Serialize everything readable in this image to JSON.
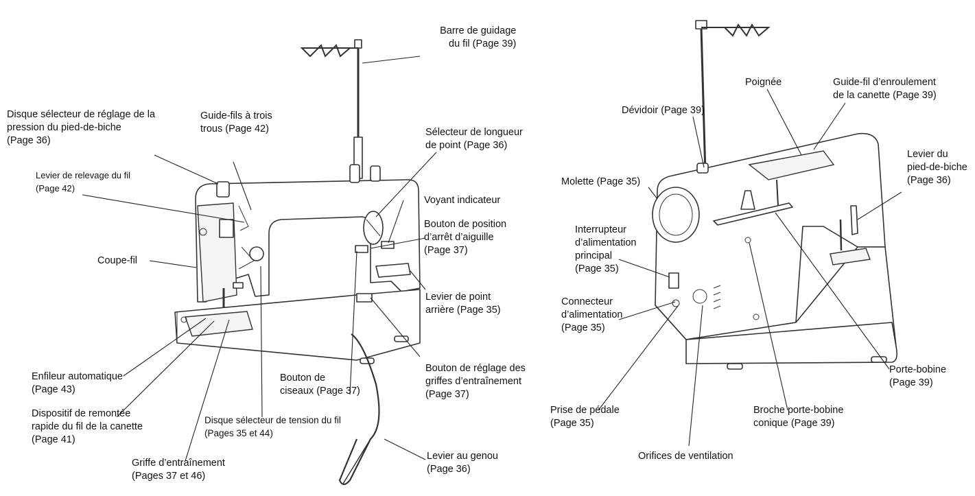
{
  "labels": {
    "barre_guidage": [
      "Barre de guidage",
      "du fil (Page 39)"
    ],
    "disque_pression": [
      "Disque sélecteur de réglage de la",
      "pression du pied-de-biche",
      "(Page 36)"
    ],
    "guide_fils_trois": [
      "Guide-fils à trois",
      "trous (Page 42)"
    ],
    "selecteur_longueur": [
      "Sélecteur de longueur",
      "de point (Page 36)"
    ],
    "levier_relevage": [
      "Levier de relevage du fil",
      "(Page 42)"
    ],
    "voyant": [
      "Voyant indicateur"
    ],
    "bouton_position": [
      "Bouton de position",
      "d’arrêt d’aiguille",
      "(Page 37)"
    ],
    "coupe_fil": [
      "Coupe-fil"
    ],
    "levier_point_arriere": [
      "Levier de point",
      "arrière (Page 35)"
    ],
    "bouton_griffes": [
      "Bouton de réglage des",
      "griffes d’entraînement",
      "(Page 37)"
    ],
    "enfileur": [
      "Enfileur automatique",
      "(Page 43)"
    ],
    "bouton_ciseaux": [
      "Bouton de",
      "ciseaux (Page 37)"
    ],
    "dispositif_remontee": [
      "Dispositif de remontée",
      "rapide du fil de la canette",
      "(Page 41)"
    ],
    "disque_tension": [
      "Disque sélecteur de tension du fil",
      "(Pages 35 et 44)"
    ],
    "griffe": [
      "Griffe d’entraînement",
      "(Pages 37 et 46)"
    ],
    "levier_genou": [
      "Levier au genou",
      "(Page 36)"
    ],
    "poignee": [
      "Poignée"
    ],
    "guide_fil_enroulement": [
      "Guide-fil d’enroulement",
      "de la canette (Page 39)"
    ],
    "devidoir": [
      "Dévidoir (Page 39)"
    ],
    "levier_pied": [
      "Levier du",
      "pied-de-biche",
      "(Page 36)"
    ],
    "molette": [
      "Molette (Page 35)"
    ],
    "interrupteur": [
      "Interrupteur",
      "d’alimentation",
      "principal",
      "(Page 35)"
    ],
    "connecteur": [
      "Connecteur",
      "d’alimentation",
      "(Page 35)"
    ],
    "porte_bobine": [
      "Porte-bobine",
      "(Page 39)"
    ],
    "prise_pedale": [
      "Prise de pédale",
      "(Page 35)"
    ],
    "broche": [
      "Broche porte-bobine",
      "conique (Page 39)"
    ],
    "orifices": [
      "Orifices de ventilation"
    ]
  }
}
